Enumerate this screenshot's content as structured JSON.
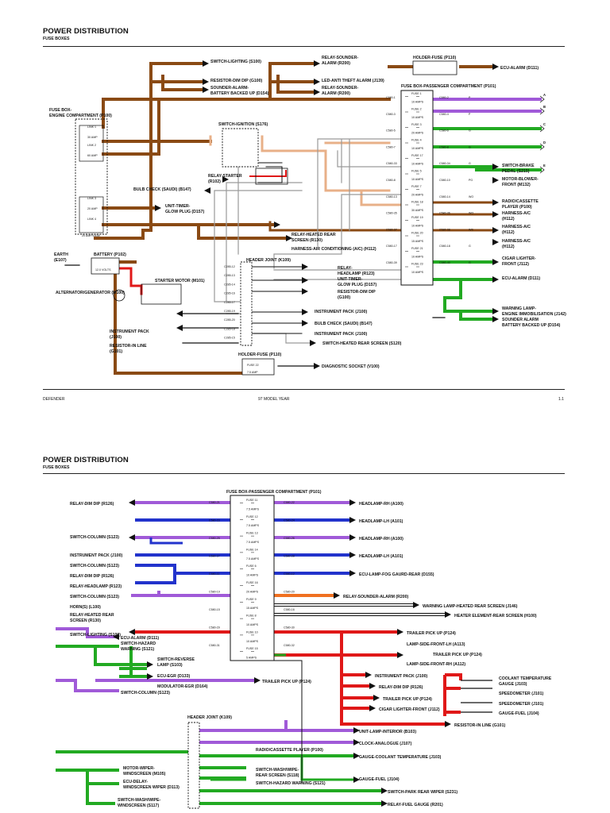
{
  "header": {
    "title": "POWER DISTRIBUTION",
    "subtitle": "FUSE BOXES"
  },
  "footer": {
    "left": "DEFENDER",
    "center": "97 MODEL YEAR",
    "right": "1.1"
  },
  "colors": {
    "brown": "#8a4a14",
    "purple": "#a05ad8",
    "blue": "#2233cc",
    "green": "#22aa22",
    "red": "#e01818",
    "orange": "#f07020",
    "tan": "#e8b088",
    "gray": "#9a9a9a",
    "black": "#111111"
  },
  "page1": {
    "labels": {
      "switch_lighting": "SWITCH-LIGHTING (S100)",
      "resistor_dim_dip": "RESISTOR-DIM DIP (G100)",
      "sounder_alarm_bb_1": "SOUNDER-ALARM-",
      "sounder_alarm_bb_2": "BATTERY BACKED UP (D154)",
      "relay_sounder_alarm_a1": "RELAY-SOUNDER-",
      "relay_sounder_alarm_a2": "ALARM (R200)",
      "led_anti_theft": "LED-ANTI THEFT ALARM (J139)",
      "relay_sounder_alarm_b1": "RELAY-SOUNDER-",
      "relay_sounder_alarm_b2": "ALARM (R200)",
      "holder_fuse_top": "HOLDER-FUSE (P110)",
      "ecu_alarm_top": "ECU-ALARM (D111)",
      "fuse_box_passenger": "FUSE BOX-PASSENGER COMPARTMENT (P101)",
      "fuse_box_engine_1": "FUSE BOX-",
      "fuse_box_engine_2": "ENGINE COMPARTMENT (P100)",
      "switch_ignition": "SWITCH-IGNITION (S176)",
      "relay_starter_1": "RELAY-STARTER",
      "relay_starter_2": "(R102)",
      "bulb_check_saudi": "BULB CHECK (SAUDI) (B147)",
      "unit_timer_glow_1": "UNIT-TIMER-",
      "unit_timer_glow_2": "GLOW PLUG (D157)",
      "relay_heated_rear_1": "RELAY-HEATED REAR",
      "relay_heated_rear_2": "SCREEN (R130)",
      "harness_air_con": "HARNESS-AIR CONDITIONING (A/C) (H112)",
      "earth_1": "EARTH",
      "earth_2": "(E107)",
      "battery": "BATTERY (P102)",
      "battery_volts": "12.0 VOLTS",
      "header_joint": "HEADER JOINT (K109)",
      "relay_headlamp_1": "RELAY-",
      "relay_headlamp_2": "HEADLAMP (R123)",
      "unit_timer_glow_b1": "UNIT-TIMER-",
      "unit_timer_glow_b2": "GLOW PLUG (D157)",
      "resistor_dim_dip_b1": "RESISTOR-DIM DIP",
      "resistor_dim_dip_b2": "(G100)",
      "starter_motor": "STARTER MOTOR (M101)",
      "alternator": "ALTERNATOR/GENERATOR (M100)",
      "instrument_pack_a": "INSTRUMENT PACK (J100)",
      "bulb_check_b": "BULB CHECK (SAUDI) (B147)",
      "instrument_pack_b": "INSTRUMENT PACK (J100)",
      "switch_heated_rear": "SWITCH-HEATED REAR SCREEN (S120)",
      "instrument_pack_c1": "INSTRUMENT PACK",
      "instrument_pack_c2": "(J100)",
      "resistor_inline_1": "RESISTOR-IN LINE",
      "resistor_inline_2": "(G101)",
      "holder_fuse_bottom": "HOLDER-FUSE (P110)",
      "fuse_22": "FUSE 22",
      "amp_75": "7.5 AMP",
      "diagnostic_socket": "DIAGNOSTIC SOCKET (V100)",
      "switch_brake_1": "SWITCH-BRAKE",
      "switch_brake_2": "PEDAL (S215)",
      "motor_blower_1": "MOTOR-BLOWER-",
      "motor_blower_2": "FRONT (M132)",
      "radio_cassette_1": "RADIO/CASSETTE",
      "radio_cassette_2": "PLAYER (P100)",
      "harness_ac_1a": "HARNESS-A/C",
      "harness_ac_1b": "(H112)",
      "harness_ac_2a": "HARNESS-A/C",
      "harness_ac_2b": "(H112)",
      "harness_ac_3a": "HARNESS-A/C",
      "harness_ac_3b": "(H112)",
      "cigar_lighter_1": "CIGAR LIGHTER-",
      "cigar_lighter_2": "FRONT (J112)",
      "ecu_alarm_right": "ECU-ALARM (D111)",
      "warning_lamp_1": "WARNING LAMP-",
      "warning_lamp_2": "ENGINE IMMOBILISATION (J142)",
      "sounder_alarm_r1": "SOUNDER ALARM",
      "sounder_alarm_r2": "BATTERY BACKED UP (D154)",
      "link1": "LINK 1",
      "link2": "LINK 2",
      "link3": "LINK 3",
      "link4": "LINK 4",
      "amp30": "30 AMP",
      "amp60": "60 AMP",
      "amp20": "20 AMP",
      "amp20_160": "20 AMP/160W",
      "letters": [
        "A",
        "B",
        "C",
        "D",
        "E"
      ]
    },
    "fuses": [
      "FUSE 1",
      "FUSE 2",
      "FUSE 3",
      "FUSE 4",
      "FUSE 17",
      "FUSE 5",
      "FUSE 7",
      "FUSE 18",
      "FUSE 19",
      "FUSE 20",
      "FUSE 21",
      "FUSE 23"
    ],
    "fuse_ratings": [
      "10 AMPS",
      "10 AMPS",
      "20 AMPS",
      "10 AMPS",
      "10 AMPS",
      "10 AMPS",
      "20 AMPS",
      "30 AMPS",
      "10 AMPS",
      "15 AMPS",
      "10 AMPS",
      "10 AMPS"
    ],
    "left_connectors": [
      "C580-1",
      "C580-3",
      "C580-5",
      "C580-7",
      "C580-33",
      "C580-8",
      "C580-13",
      "C580-35",
      "C580-37",
      "C580-17",
      "C580-39"
    ],
    "right_connectors": [
      "C580-2",
      "C580-4",
      "C580-6",
      "C580-8",
      "C580-34",
      "C580-10",
      "C580-14",
      "C580-36",
      "C580-38",
      "C580-18",
      "C580-40"
    ],
    "right_wire_codes": [
      "P",
      "P",
      "G",
      "G",
      "G",
      "PG",
      "WO",
      "WO",
      "WS",
      "G",
      "G"
    ],
    "header_joint_pins": [
      "C285-12",
      "C285-13",
      "C285-14",
      "C285-16",
      "C285-17",
      "C285-19",
      "C285-20",
      "C285-18",
      "C285-15"
    ]
  },
  "page2": {
    "labels": {
      "fuse_box_passenger": "FUSE BOX-PASSENGER COMPARTMENT (P101)",
      "relay_dim_dip": "RELAY-DIM DIP (R126)",
      "switch_column_1": "SWITCH-COLUMN (S123)",
      "instrument_pack": "INSTRUMENT PACK (J100)",
      "switch_column_2": "SWITCH-COLUMN (S123)",
      "relay_dim_dip_2": "RELAY-DIM DIP (R126)",
      "relay_headlamp": "RELAY-HEADLAMP (R123)",
      "switch_column_3": "SWITCH-COLUMN (S123)",
      "horns": "HORN(S) (L100)",
      "relay_heated_rear_1": "RELAY-HEATED REAR",
      "relay_heated_rear_2": "SCREEN (R130)",
      "switch_lighting": "SWITCH-LIGHTING (S100)",
      "ecu_alarm": "ECU-ALARM (D111)",
      "switch_hazard_1": "SWITCH-HAZARD",
      "switch_hazard_2": "WARNING (S121)",
      "switch_reverse_1": "SWITCH-REVERSE",
      "switch_reverse_2": "LAMP (S103)",
      "ecu_egr": "ECU-EGR (D133)",
      "modulator_egr": "MODULATOR-EGR (D164)",
      "trailer_pickup_mid": "TRAILER PICK UP (P124)",
      "switch_column_4": "SWITCH-COLUMN (S123)",
      "header_joint": "HEADER JOINT (K109)",
      "unit_lamp_interior": "UNIT-LAMP-INTERIOR (B103)",
      "clock_analogue": "CLOCK-ANALOGUE (J107)",
      "radio_cassette": "RADIO/CASSETTE PLAYER (P100)",
      "gauge_coolant": "GAUGE-COOLANT TEMPERATURE (J103)",
      "gauge_fuel": "GAUGE-FUEL (J104)",
      "motor_wiper_1": "MOTOR-WIPER-",
      "motor_wiper_2": "WINDSCREEN (M105)",
      "ecu_delay_1": "ECU-DELAY-",
      "ecu_delay_2": "WINDSCREEN WIPER (D113)",
      "switch_wash_1": "SWITCH-WASH/WIPE-",
      "switch_wash_2": "WINDSCREEN (S117)",
      "switch_wash_rear_1": "SWITCH-WASH/WIPE-",
      "switch_wash_rear_2": "REAR SCREEN (S118)",
      "switch_hazard_b": "SWITCH-HAZARD WARNING (S121)",
      "switch_park_rear": "SWITCH-PARK REAR WIPER (S231)",
      "relay_fuel_gauge": "RELAY-FUEL GAUGE (R201)",
      "headlamp_rh_1": "HEADLAMP-RH (A100)",
      "headlamp_lh_1": "HEADLAMP-LH (A101)",
      "headlamp_rh_2": "HEADLAMP-RH (A100)",
      "headlamp_lh_2": "HEADLAMP-LH (A101)",
      "ecu_lamp_fog": "ECU-LAMP-FOG GAURD-REAR (D155)",
      "relay_sounder_alarm": "RELAY-SOUNDER-ALARM (R200)",
      "warning_lamp_heated": "WARNING LAMP-HEATED REAR SCREEN (J146)",
      "heater_element": "HEATER ELEMENT-REAR SCREEN (H100)",
      "trailer_pickup_1": "TRAILER PICK UP (P124)",
      "lamp_side_lh": "LAMP-SIDE-FRONT-LH (A113)",
      "trailer_pickup_2": "TRAILER PICK UP (P124)",
      "lamp_side_rh": "LAMP-SIDE-FRONT-RH (A112)",
      "instrument_pack_b": "INSTRUMENT PACK (J100)",
      "relay_dim_dip_b": "RELAY-DIM DIP (R126)",
      "trailer_pickup_3": "TRAILER PICK UP (P124)",
      "cigar_lighter": "CIGAR LIGHTER-FRONT (J112)",
      "resistor_inline": "RESISTOR-IN LINE (G101)",
      "coolant_gauge_1": "COOLANT TEMPERATURE",
      "coolant_gauge_2": "GAUGE (J103)",
      "speedometer_1": "SPEEDOMETER (J101)",
      "speedometer_2": "SPEEDOMETER (J101)",
      "gauge_fuel_r": "GAUGE-FUEL (J104)"
    },
    "fuses": [
      "FUSE 11",
      "FUSE 12",
      "FUSE 13",
      "FUSE 14",
      "FUSE 6",
      "FUSE 16",
      "FUSE 9",
      "FUSE 8",
      "FUSE 10",
      "FUSE 15"
    ],
    "fuse_ratings": [
      "7.5 AMPS",
      "7.5 AMPS",
      "7.5 AMPS",
      "7.5 AMPS",
      "10 AMPS",
      "20 AMPS",
      "15 AMPS",
      "10 AMPS",
      "10 AMPS",
      "5 AMPS"
    ],
    "left_connectors": [
      "C580-21",
      "C580-23",
      "C580-25",
      "C580-27",
      "C580-11",
      "C580-19",
      "C580-15",
      "C580-29",
      "C580-31"
    ],
    "right_connectors": [
      "C580-22",
      "C580-24",
      "C580-26",
      "C580-28",
      "C580-12",
      "C580-20",
      "C580-16",
      "C580-30",
      "C580-32"
    ]
  }
}
